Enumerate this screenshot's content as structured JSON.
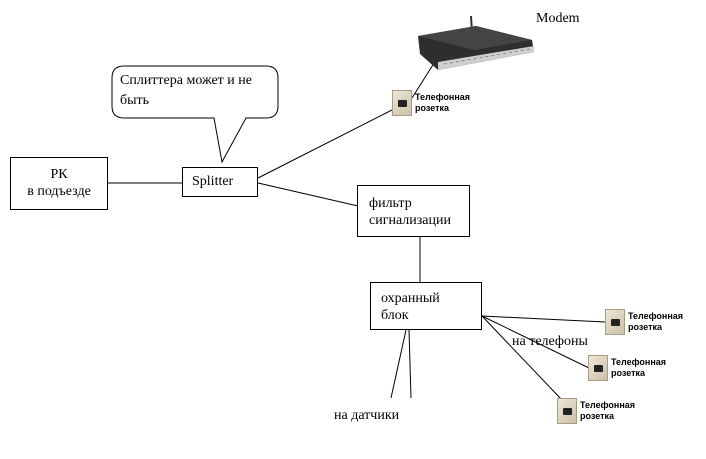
{
  "modem_label": "Modem",
  "bubble_text": "Сплиттера может и не быть",
  "rk_line1": "РК",
  "rk_line2": "в подъезде",
  "splitter_label": "Splitter",
  "filter_line1": "фильтр",
  "filter_line2": "сигнализации",
  "guard_line1": "охранный",
  "guard_line2": "блок",
  "phones_label": "на телефоны",
  "sensors_label": "на датчики",
  "socket_line1": "Телефонная",
  "socket_line2": "розетка",
  "colors": {
    "line": "#000000",
    "modem_body": "#2e2e2e",
    "socket_plate": "#e0d6c4"
  },
  "icons": [
    "modem-icon",
    "phone-socket-icon"
  ]
}
